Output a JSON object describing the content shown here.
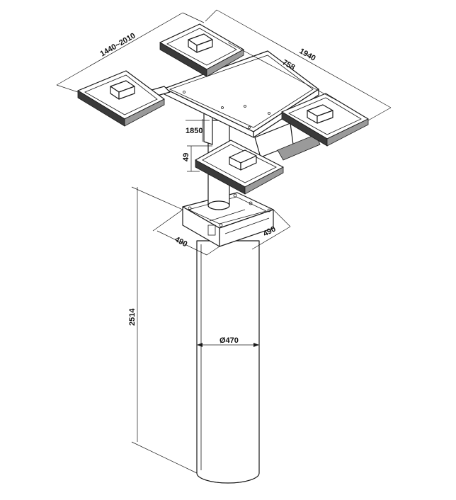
{
  "dimensions": {
    "pad_span": "1440~2010",
    "overall_length": "1940",
    "platform_length": "758",
    "lift_height": "1850",
    "pad_height": "49",
    "base_width_left": "490",
    "base_width_right": "490",
    "column_height": "2514",
    "column_diameter": "Ø470"
  },
  "colors": {
    "line": "#1a1a1a",
    "pad_dark": "#3a3a3a",
    "pad_mid": "#9a9a9a",
    "background": "#ffffff"
  }
}
